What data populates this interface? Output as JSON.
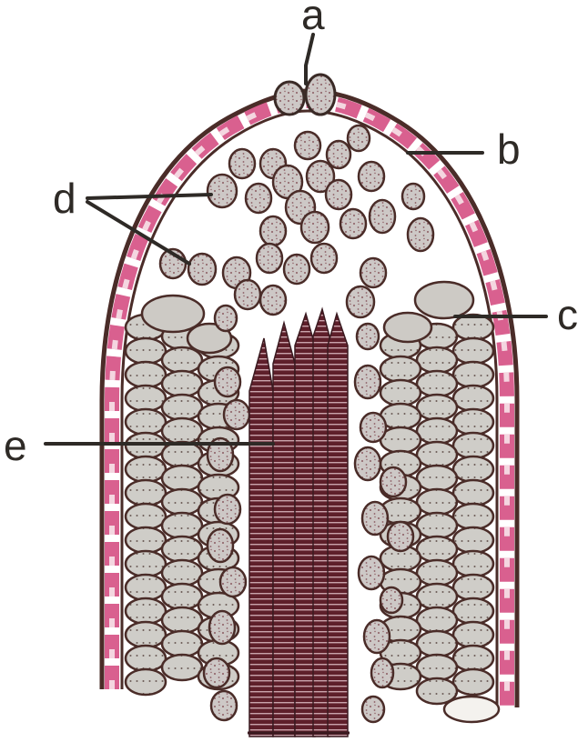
{
  "labels": {
    "a": "a",
    "b": "b",
    "c": "c",
    "d": "d",
    "e": "e"
  },
  "colors": {
    "background": "#ffffff",
    "outline": "#4a2c28",
    "outer_layer": "#d9608f",
    "outer_layer_light": "#efb6cb",
    "cell_fill": "#cdcac5",
    "cell_speckle": "#8a5a60",
    "central_rods": "#5e1f2a",
    "rod_stripe": "#c9a3ab",
    "label_text": "#2e2a26"
  }
}
